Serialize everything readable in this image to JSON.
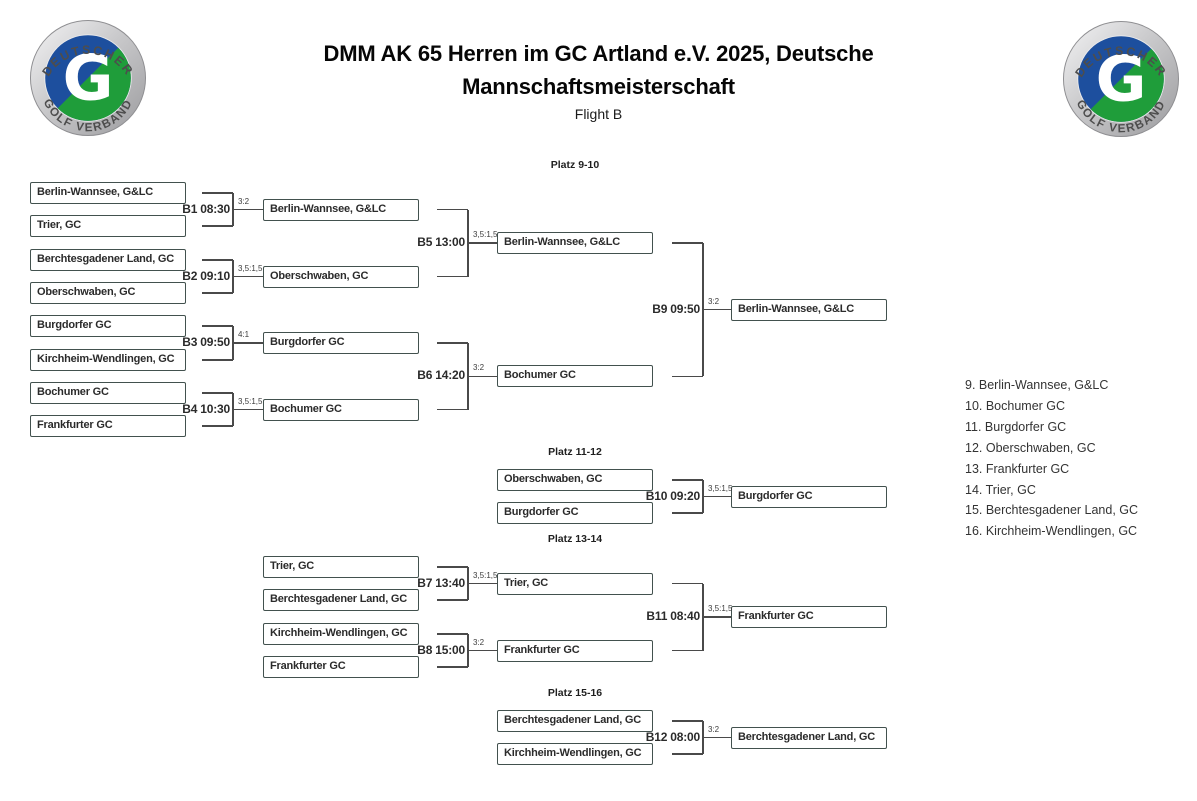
{
  "header": {
    "title_line1": "DMM AK 65 Herren im GC Artland e.V. 2025, Deutsche",
    "title_line2": "Mannschaftsmeisterschaft",
    "subtitle": "Flight B"
  },
  "logo": {
    "ring_top_text": "DEUTSCHER",
    "ring_bottom_text": "GOLF VERBAND",
    "monogram": "G",
    "colors": {
      "blue": "#1d4f9e",
      "green": "#1f9d3a",
      "monogram_white": "#ffffff",
      "ring_silver": "#b9b9bb",
      "ring_text": "#4d4d4d"
    }
  },
  "bracket": {
    "sections": [
      {
        "title": "Platz 9-10",
        "round1": [
          {
            "label": "B1 08:30",
            "score": "3:2",
            "teams": [
              "Berlin-Wannsee, G&LC",
              "Trier, GC"
            ],
            "winner": "Berlin-Wannsee, G&LC"
          },
          {
            "label": "B2 09:10",
            "score": "3,5:1,5",
            "teams": [
              "Berchtesgadener Land, GC",
              "Oberschwaben, GC"
            ],
            "winner": "Oberschwaben, GC"
          },
          {
            "label": "B3 09:50",
            "score": "4:1",
            "teams": [
              "Burgdorfer GC",
              "Kirchheim-Wendlingen, GC"
            ],
            "winner": "Burgdorfer GC"
          },
          {
            "label": "B4 10:30",
            "score": "3,5:1,5",
            "teams": [
              "Bochumer GC",
              "Frankfurter GC"
            ],
            "winner": "Bochumer GC"
          }
        ],
        "round2": [
          {
            "label": "B5 13:00",
            "score": "3,5:1,5",
            "winner": "Berlin-Wannsee, G&LC"
          },
          {
            "label": "B6 14:20",
            "score": "3:2",
            "winner": "Bochumer GC"
          }
        ],
        "final": {
          "label": "B9 09:50",
          "score": "3:2",
          "winner": "Berlin-Wannsee, G&LC"
        }
      },
      {
        "title": "Platz 11-12",
        "teams": [
          "Oberschwaben, GC",
          "Burgdorfer GC"
        ],
        "final": {
          "label": "B10 09:20",
          "score": "3,5:1,5",
          "winner": "Burgdorfer GC"
        }
      },
      {
        "title": "Platz 13-14",
        "round1": [
          {
            "label": "B7 13:40",
            "score": "3,5:1,5",
            "teams": [
              "Trier, GC",
              "Berchtesgadener Land, GC"
            ],
            "winner": "Trier, GC"
          },
          {
            "label": "B8 15:00",
            "score": "3:2",
            "teams": [
              "Kirchheim-Wendlingen, GC",
              "Frankfurter GC"
            ],
            "winner": "Frankfurter GC"
          }
        ],
        "final": {
          "label": "B11 08:40",
          "score": "3,5:1,5",
          "winner": "Frankfurter GC"
        }
      },
      {
        "title": "Platz 15-16",
        "teams": [
          "Berchtesgadener Land, GC",
          "Kirchheim-Wendlingen, GC"
        ],
        "final": {
          "label": "B12 08:00",
          "score": "3:2",
          "winner": "Berchtesgadener Land, GC"
        }
      }
    ]
  },
  "standings": [
    "9. Berlin-Wannsee, G&LC",
    "10. Bochumer GC",
    "11. Burgdorfer GC",
    "12. Oberschwaben, GC",
    "13. Frankfurter GC",
    "14. Trier, GC",
    "15. Berchtesgadener Land, GC",
    "16. Kirchheim-Wendlingen, GC"
  ]
}
